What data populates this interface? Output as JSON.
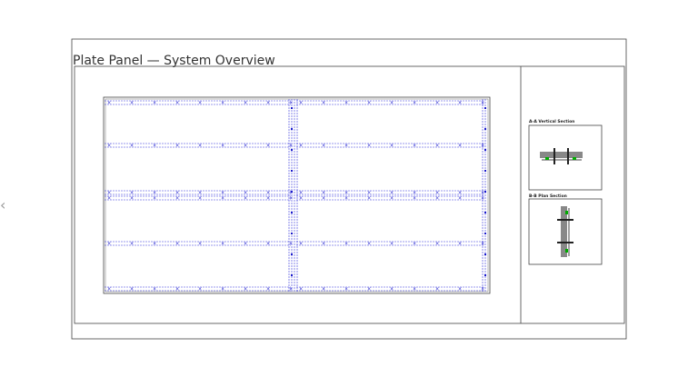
{
  "sheet": {
    "title": "Plate Panel  — System Overview"
  },
  "details": [
    {
      "label": "A-A Vertical Section"
    },
    {
      "label": "B-B Plan Section"
    }
  ],
  "navigation": {
    "previous_icon": "chevron-left-icon",
    "previous_glyph": "‹"
  },
  "colors": {
    "line": "#444444",
    "joint": "#3333dd",
    "marker": "#1a1acc",
    "section_fill": "#888888",
    "section_accent": "#00aa00"
  }
}
